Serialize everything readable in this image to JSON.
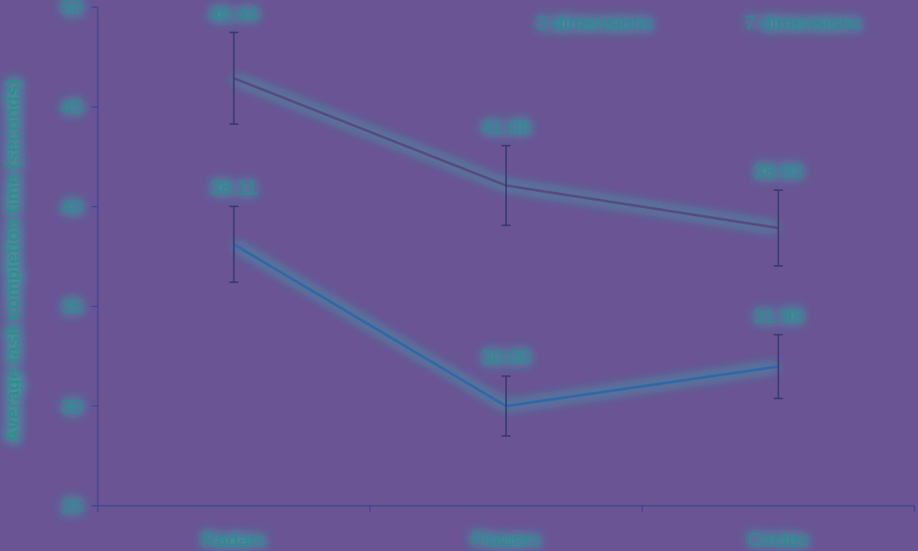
{
  "chart_data": {
    "type": "line",
    "categories": [
      "Radars",
      "Flowers",
      "Circles"
    ],
    "ylabel": "Average task completion time (seconds)",
    "ylim": [
      25,
      50
    ],
    "yticks": [
      25,
      30,
      35,
      40,
      45,
      50
    ],
    "grid": false,
    "legend_position": "top-right",
    "series": [
      {
        "name": "3 dimensions",
        "values": [
          38.11,
          30.0,
          31.98
        ],
        "labels": [
          "38.11",
          "30.00",
          "31.98"
        ],
        "error": [
          1.9,
          1.5,
          1.6
        ],
        "color": "#3366a8"
      },
      {
        "name": "7 dimensions",
        "values": [
          46.44,
          41.06,
          38.93
        ],
        "labels": [
          "46.44",
          "41.06",
          "38.93"
        ],
        "error": [
          2.3,
          2.0,
          1.9
        ],
        "color": "#5a4a80"
      }
    ]
  },
  "colors": {
    "background": "#6a5494",
    "glow": "#2fc7b0",
    "label_text": "#2a8d8d",
    "axis": "#33488c"
  }
}
